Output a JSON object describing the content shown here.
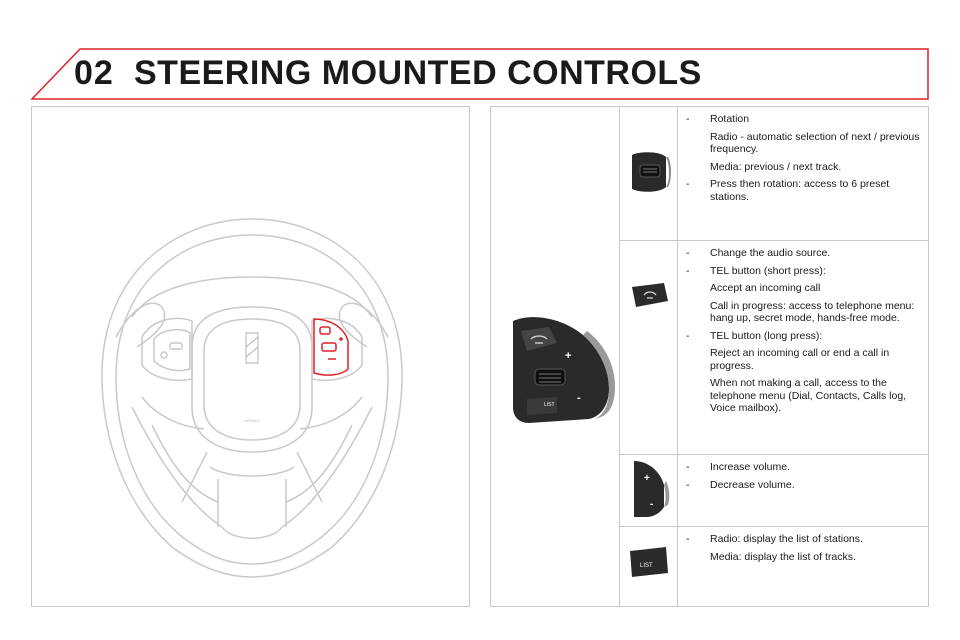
{
  "header": {
    "chapter_number": "02",
    "title": "STEERING MOUNTED CONTROLS"
  },
  "illustration": {
    "airbag_label": "AIRBAG",
    "button_labels": {
      "list": "LIST",
      "plus": "+",
      "minus": "-"
    }
  },
  "rows": [
    {
      "items": [
        {
          "text": "Rotation",
          "subs": [
            "Radio - automatic selection of next / previous frequency.",
            "Media: previous / next track."
          ]
        },
        {
          "text": "Press then rotation: access to 6 preset stations.",
          "subs": []
        }
      ]
    },
    {
      "items": [
        {
          "text": "Change the audio source.",
          "subs": []
        },
        {
          "text": "TEL button (short press):",
          "subs": [
            "Accept an incoming call",
            "Call in progress: access to telephone menu: hang up, secret mode, hands-free mode."
          ]
        },
        {
          "text": "TEL button (long press):",
          "subs": [
            "Reject an incoming call or end a call in progress.",
            "When not making a call, access to the telephone menu (Dial, Contacts, Calls log, Voice mailbox)."
          ]
        }
      ]
    },
    {
      "items": [
        {
          "text": "Increase volume.",
          "subs": []
        },
        {
          "text": "Decrease volume.",
          "subs": []
        }
      ]
    },
    {
      "items": [
        {
          "text": "Radio: display the list of stations.",
          "subs": [
            "Media: display the list of tracks."
          ]
        }
      ]
    }
  ],
  "dash": "-",
  "colors": {
    "accent_red": "#e0202a",
    "border_gray": "#c8c8c8",
    "control_dark": "#2a2a2a"
  }
}
